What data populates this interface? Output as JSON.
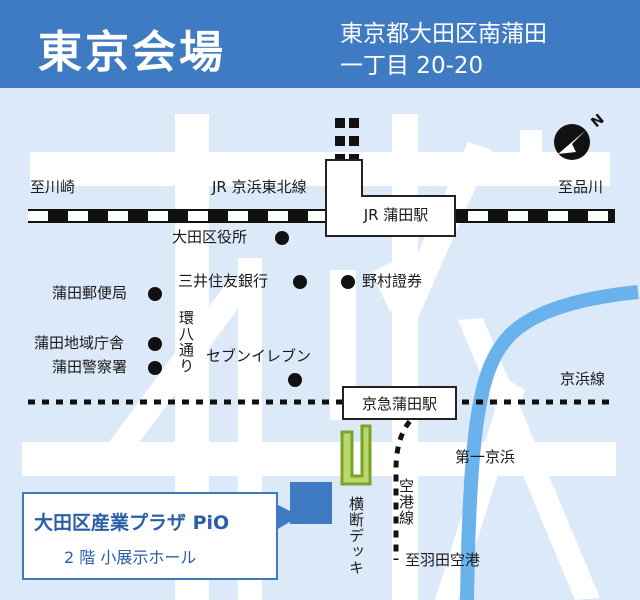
{
  "header": {
    "title": "東京会場",
    "address_line1": "東京都大田区南蒲田",
    "address_line2": "一丁目 20-20"
  },
  "rail_lines": {
    "jr": "JR 京浜東北線",
    "keikyu": "京浜線",
    "airport": "空港線"
  },
  "directions": {
    "kawasaki": "至川崎",
    "shinagawa": "至品川",
    "haneda": "至羽田空港"
  },
  "stations": {
    "jr_kamata": "JR 蒲田駅",
    "keikyu_kamata": "京急蒲田駅"
  },
  "landmarks": {
    "ota_ward_office": "大田区役所",
    "mitsui_sumitomo": "三井住友銀行",
    "nomura": "野村證券",
    "kamata_post": "蒲田郵便局",
    "kamata_govt": "蒲田地域庁舎",
    "kamata_police": "蒲田警察署",
    "seven_eleven": "セブンイレブン"
  },
  "roads": {
    "kanpachi": "環八通り",
    "daiichi_keihin": "第一京浜",
    "deck": "横断デッキ"
  },
  "venue": {
    "name": "大田区産業プラザ PiO",
    "floor": "2 階 小展示ホール"
  },
  "colors": {
    "background": "#dce9f8",
    "header": "#3e7bc2",
    "river": "#6ab2ec",
    "deck": "#9ac43a",
    "road": "#ffffff",
    "venue_marker": "#3e7bc2"
  },
  "icons": {
    "compass": "north-arrow-icon"
  }
}
